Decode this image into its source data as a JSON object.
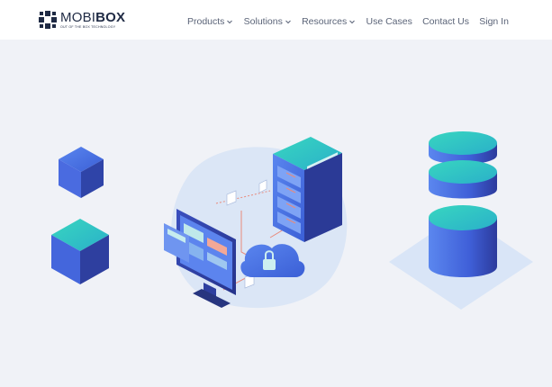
{
  "brand": {
    "name_light": "MOBI",
    "name_bold": "BOX",
    "tagline": "OUT OF THE BOX TECHNOLOGY"
  },
  "nav": {
    "items": [
      {
        "label": "Products",
        "has_dropdown": true
      },
      {
        "label": "Solutions",
        "has_dropdown": true
      },
      {
        "label": "Resources",
        "has_dropdown": true
      },
      {
        "label": "Use Cases",
        "has_dropdown": false
      },
      {
        "label": "Contact Us",
        "has_dropdown": false
      },
      {
        "label": "Sign In",
        "has_dropdown": false
      }
    ]
  },
  "icons": {
    "logo": "mobibox-logo-icon",
    "dropdown": "chevron-down-icon",
    "hero": [
      "cube-icon",
      "server-rack-icon",
      "monitor-icon",
      "cloud-lock-icon",
      "database-cylinder-icon"
    ]
  },
  "colors": {
    "header_bg": "#ffffff",
    "page_bg": "#f0f2f7",
    "brand_text": "#1f2a44",
    "nav_text": "#5b6478",
    "accent_teal": "#2ec4b6",
    "accent_blue": "#3b63d9",
    "accent_dark_blue": "#2a3f9e",
    "link_line": "#e98a7b"
  }
}
